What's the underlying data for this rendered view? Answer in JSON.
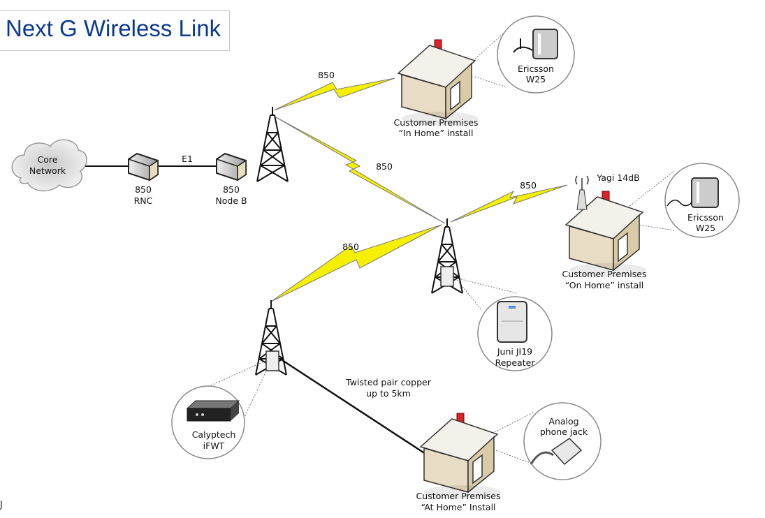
{
  "title": "Next G Wireless Link",
  "core_network": [
    "Core",
    "Network"
  ],
  "rnc": [
    "850",
    "RNC"
  ],
  "link_e1": "E1",
  "node_b": [
    "850",
    "Node B"
  ],
  "wireless_links": [
    "850",
    "850",
    "850",
    "850"
  ],
  "house_in_home": [
    "Customer Premises",
    "“In Home” install"
  ],
  "house_on_home": [
    "Customer Premises",
    "“On Home” install"
  ],
  "house_at_home": [
    "Customer Premises",
    "“At Home” Install"
  ],
  "yagi": "Yagi 14dB",
  "device_in_home": [
    "Ericsson",
    "W25"
  ],
  "device_on_home": [
    "Ericsson",
    "W25"
  ],
  "repeater": [
    "Juni JI19",
    "Repeater"
  ],
  "ifwt": [
    "Calyptech",
    "iFWT"
  ],
  "copper": [
    "Twisted pair copper",
    "up to 5km"
  ],
  "phone_jack": [
    "Analog",
    "phone jack"
  ],
  "fragment": "J",
  "colors": {
    "title": "#0a3a92",
    "lightning": "#f5f000",
    "house_wall": "#e8dcc4",
    "chimney": "#d8232a"
  }
}
